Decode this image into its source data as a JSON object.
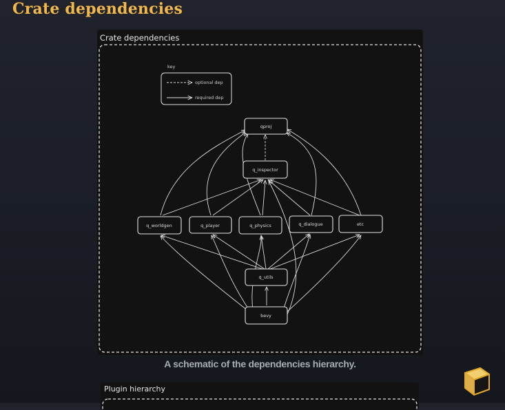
{
  "page": {
    "title": "Crate dependencies",
    "caption": "A schematic of the dependencies hierarchy."
  },
  "diagram": {
    "title": "Crate dependencies",
    "key": {
      "title": "key",
      "optional": "optional dep",
      "required": "required dep"
    },
    "nodes": {
      "qproj": "qproj",
      "q_inspector": "q_inspector",
      "q_worldgen": "q_worldgen",
      "q_player": "q_player",
      "q_physics": "q_physics",
      "q_dialogue": "q_dialogue",
      "etc": "etc",
      "q_utils": "q_utils",
      "bevy": "bevy"
    }
  },
  "next_diagram": {
    "title": "Plugin hierarchy"
  },
  "colors": {
    "title": "#f2b84b",
    "figure_bg": "#121212",
    "stroke": "#e0e0e0"
  }
}
